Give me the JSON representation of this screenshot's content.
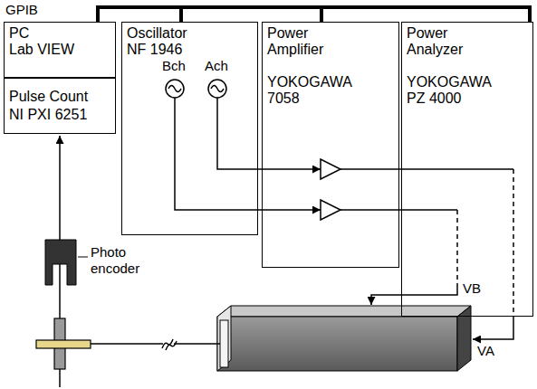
{
  "diagram": {
    "nodes": [
      {
        "text": [
          "PC",
          "Lab VIEW"
        ]
      },
      {
        "text": [
          "Pulse Count",
          "NI PXI 6251"
        ]
      },
      {
        "text": [
          "Oscillator",
          "NF 1946"
        ]
      },
      {
        "text": [
          "Power Amplifier",
          "YOKOGAWA 7058"
        ]
      },
      {
        "text": [
          "Power Analyzer",
          "YOKOGAWA PZ 4000"
        ]
      }
    ],
    "edges": [
      {
        "from": 0,
        "to": 2,
        "arrow": "none"
      },
      {
        "from": 0,
        "to": 3,
        "arrow": "none"
      },
      {
        "from": 0,
        "to": 4,
        "arrow": "none"
      },
      {
        "from": 2,
        "to": 3,
        "arrow": "to"
      },
      {
        "from": 2,
        "to": 3,
        "arrow": "to"
      }
    ],
    "labels": [
      "GPIB",
      "Bch",
      "Ach",
      "Photo encoder",
      "VB",
      "VA"
    ]
  }
}
